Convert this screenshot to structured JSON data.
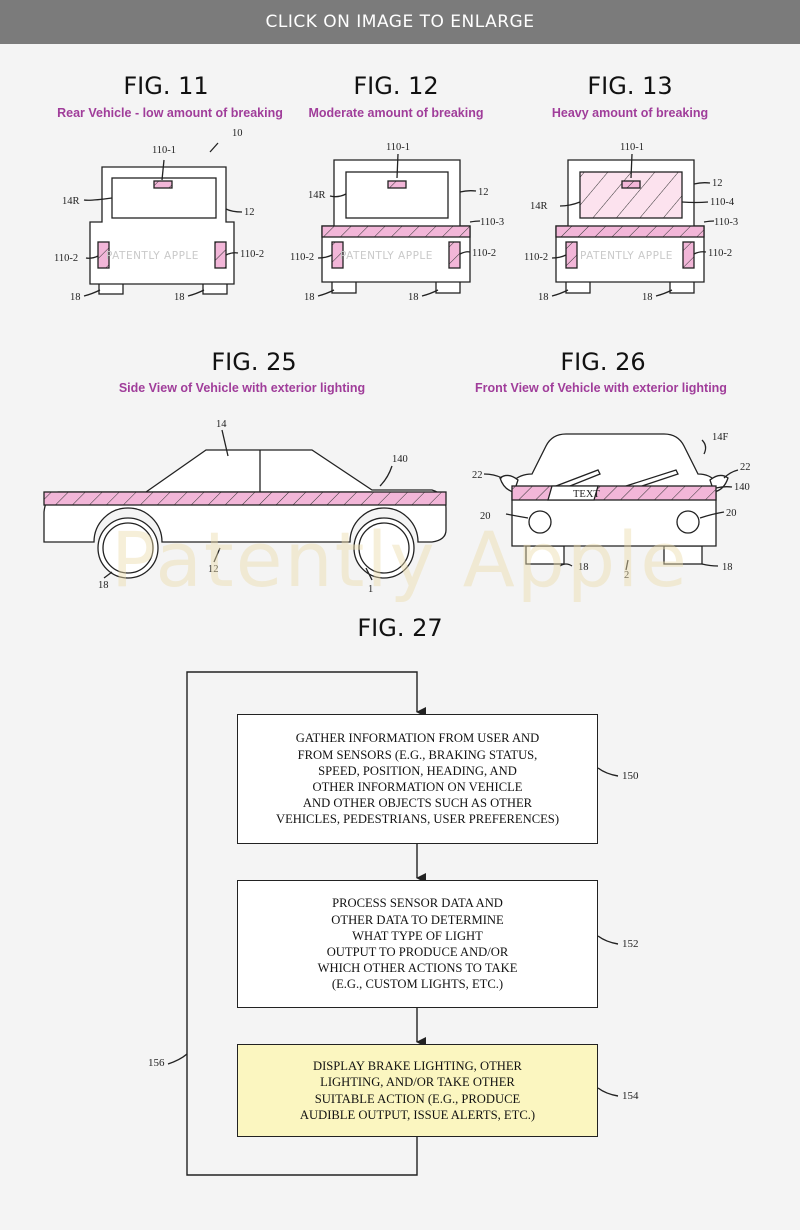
{
  "banner": {
    "label": "CLICK ON IMAGE TO ENLARGE"
  },
  "watermark": {
    "small": "PATENTLY APPLE",
    "large": "Patently Apple"
  },
  "colors": {
    "highlight": "#f2b6d8",
    "window_tint": "#fce2ee",
    "subtitle": "#a03d9a",
    "yellow_box": "#fbf6c0",
    "banner": "#7b7b7b"
  },
  "fig11": {
    "title": "FIG. 11",
    "subtitle": "Rear Vehicle - low amount of breaking",
    "labels": {
      "light_top": "110-1",
      "ref_10": "10",
      "window": "14R",
      "body": "12",
      "left_light": "110-2",
      "right_light": "110-2",
      "wheel_left": "18",
      "wheel_right": "18"
    }
  },
  "fig12": {
    "title": "FIG. 12",
    "subtitle": "Moderate amount of breaking",
    "labels": {
      "light_top": "110-1",
      "window": "14R",
      "body": "12",
      "strip": "110-3",
      "left_light": "110-2",
      "right_light": "110-2",
      "wheel_left": "18",
      "wheel_right": "18"
    }
  },
  "fig13": {
    "title": "FIG. 13",
    "subtitle": "Heavy amount of breaking",
    "labels": {
      "light_top": "110-1",
      "window": "14R",
      "body": "12",
      "window_light": "110-4",
      "strip": "110-3",
      "left_light": "110-2",
      "right_light": "110-2",
      "wheel_left": "18",
      "wheel_right": "18"
    }
  },
  "fig25": {
    "title": "FIG. 25",
    "subtitle": "Side View of Vehicle with exterior lighting",
    "labels": {
      "window": "14",
      "strip": "140",
      "body": "12",
      "wheel_left": "18",
      "wheel_right": "1"
    }
  },
  "fig26": {
    "title": "FIG. 26",
    "subtitle": "Front View of Vehicle with exterior lighting",
    "labels": {
      "windshield": "14F",
      "mirror_left": "22",
      "mirror_right": "22",
      "strip": "140",
      "strip_text": "TEXT",
      "headlight_left": "20",
      "headlight_right": "20",
      "wheel_left": "18",
      "wheel_right": "18",
      "body": "2"
    }
  },
  "fig27": {
    "title": "FIG. 27",
    "steps": [
      {
        "ref": "150",
        "text": "GATHER INFORMATION FROM USER AND\nFROM SENSORS (E.G., BRAKING STATUS,\nSPEED, POSITION, HEADING, AND\nOTHER INFORMATION ON VEHICLE\nAND OTHER OBJECTS SUCH AS OTHER\nVEHICLES, PEDESTRIANS, USER PREFERENCES)"
      },
      {
        "ref": "152",
        "text": "PROCESS SENSOR DATA AND\nOTHER DATA TO DETERMINE\nWHAT TYPE OF LIGHT\nOUTPUT TO PRODUCE AND/OR\nWHICH OTHER ACTIONS TO TAKE\n(E.G., CUSTOM LIGHTS, ETC.)"
      },
      {
        "ref": "154",
        "text": "DISPLAY BRAKE LIGHTING, OTHER\nLIGHTING, AND/OR TAKE OTHER\nSUITABLE ACTION (E.G., PRODUCE\nAUDIBLE OUTPUT, ISSUE ALERTS, ETC.)"
      }
    ],
    "loop_ref": "156"
  }
}
